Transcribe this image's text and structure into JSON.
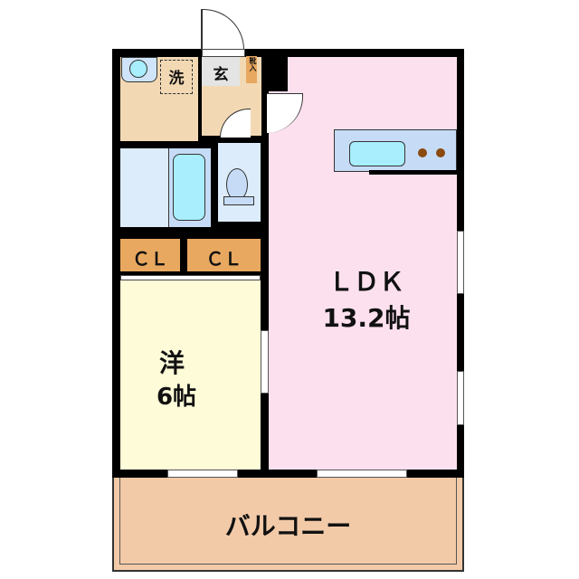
{
  "rooms": {
    "ldk": {
      "name": "ＬＤＫ",
      "size": "13.2帖"
    },
    "western": {
      "name": "洋",
      "size": "6帖"
    },
    "closet1": "ＣＬ",
    "closet2": "ＣＬ",
    "washroom": "洗",
    "entrance": "玄",
    "shoe_closet": "靴入",
    "balcony": "バルコニー"
  },
  "colors": {
    "ldk": "#fde0ee",
    "western": "#fefbd8",
    "closet": "#e8a860",
    "wet_area": "#dcecfb",
    "beige": "#f2d9b4",
    "balcony": "#f2caa8"
  }
}
